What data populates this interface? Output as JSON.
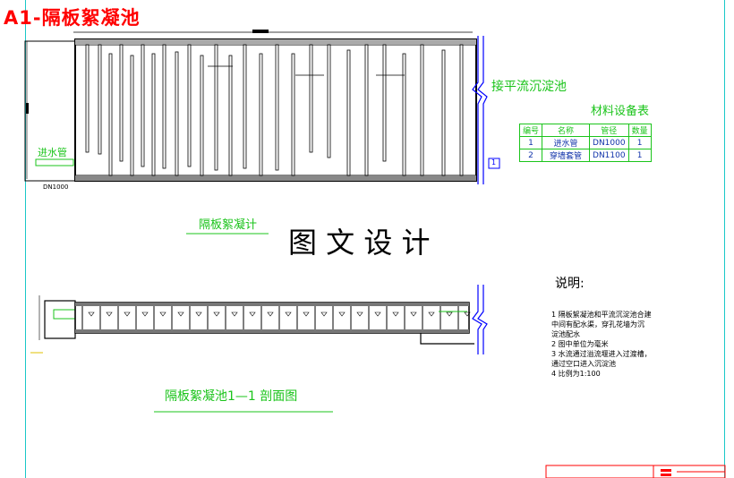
{
  "title": "A1-隔板絮凝池",
  "plan": {
    "inlet_label": "进水管",
    "pipe_size": "DN1000",
    "right_label": "接平流沉淀池",
    "marker": "1",
    "caption": "隔板絮凝计"
  },
  "big_title": "图 文 设 计",
  "materials": {
    "title": "材料设备表",
    "headers": [
      "编号",
      "名称",
      "管径",
      "数量"
    ],
    "rows": [
      [
        "1",
        "进水管",
        "DN1000",
        "1"
      ],
      [
        "2",
        "穿墙套管",
        "DN1100",
        "1"
      ]
    ]
  },
  "section": {
    "caption": "隔板絮凝池1—1 剖面图"
  },
  "notes": {
    "title": "说明:",
    "items": [
      "1  隔板絮凝池和平流沉淀池合建",
      "   中间有配水渠，穿孔花墙为沉",
      "   淀池配水",
      "2  图中单位为毫米",
      "3  水流通过溢流堰进入过渡槽，",
      "   通过空口进入沉淀池",
      "4  比例为1:100"
    ]
  },
  "colors": {
    "title": "#ff0000",
    "label": "#1bc41b",
    "frame": "#19c8c8",
    "dim": "#0000ff",
    "line": "#000000"
  }
}
